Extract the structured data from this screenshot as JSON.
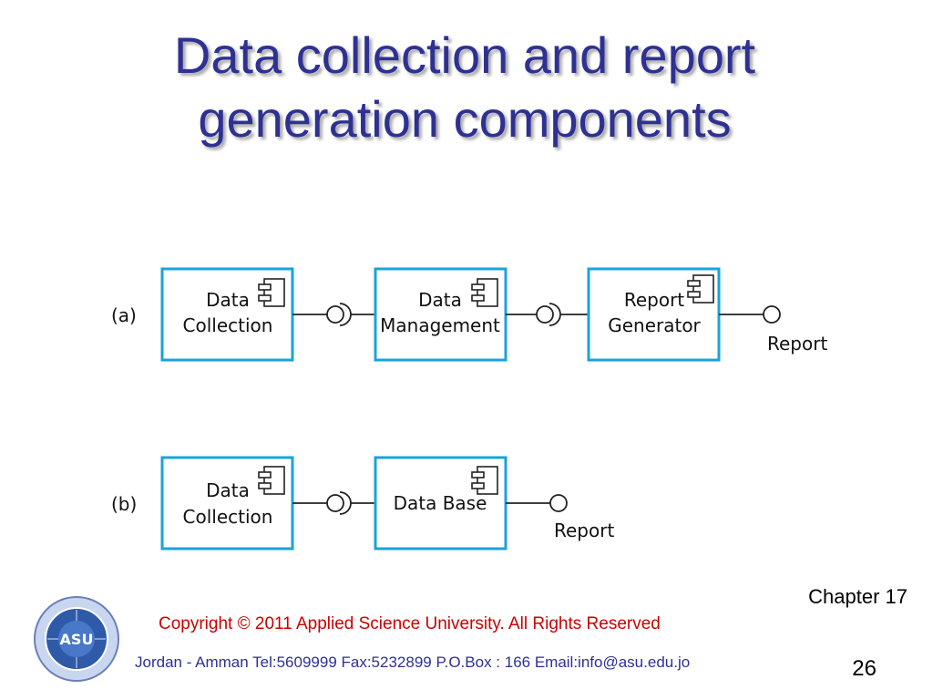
{
  "title_line1": "Data collection and report",
  "title_line2": "generation components",
  "diagram": {
    "row_a_label": "(a)",
    "row_b_label": "(b)",
    "a": {
      "c1_line1": "Data",
      "c1_line2": "Collection",
      "c2_line1": "Data",
      "c2_line2": "Management",
      "c3_line1": "Report",
      "c3_line2": "Generator",
      "output": "Report"
    },
    "b": {
      "c1_line1": "Data",
      "c1_line2": "Collection",
      "c2_line1": "Data Base",
      "output": "Report"
    },
    "colors": {
      "box_border": "#1aa3d9",
      "line": "#222222"
    }
  },
  "footer": {
    "chapter": "Chapter 17",
    "copyright": "Copyright  © 2011 Applied Science University. All Rights Reserved",
    "contact": "Jordan - Amman Tel:5609999 Fax:5232899 P.O.Box : 166   Email:info@asu.edu.jo",
    "page": "26",
    "logo_text": "ASU"
  }
}
